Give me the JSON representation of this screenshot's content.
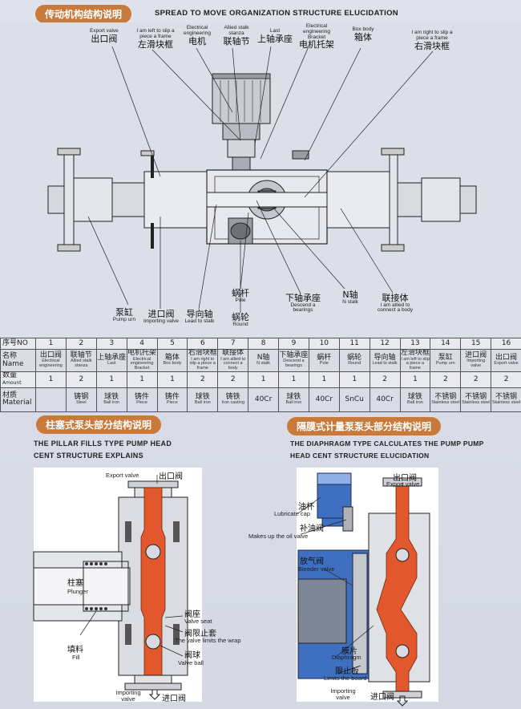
{
  "top": {
    "title_zh": "传动机构结构说明",
    "title_en": "SPREAD TO MOVE ORGANIZATION STRUCTURE ELUCIDATION",
    "labels": {
      "export_valve_en": "Export valve",
      "export_valve_zh": "出口阀",
      "left_slip_en": "I am left to slip a piece a frame",
      "left_slip_zh": "左滑块框",
      "motor_en": "Electrical engineering",
      "motor_zh": "电机",
      "allied_en": "Allied stalk stanza",
      "allied_zh": "联轴节",
      "last_en": "Last",
      "last_zh": "上轴承座",
      "motor_bracket_en": "Electrical engineering Bracket",
      "motor_bracket_zh": "电机托架",
      "box_en": "Box body",
      "box_zh": "箱体",
      "right_slip_en": "I am right to slip a piece a frame",
      "right_slip_zh": "右滑块框",
      "pump_zh": "泵缸",
      "pump_en": "Pump urn",
      "import_zh": "进口阀",
      "import_en": "Importing valve",
      "lead_zh": "导向轴",
      "lead_en": "Lead to stalk",
      "pole_zh": "蜗杆",
      "pole_en": "Pole",
      "round_zh": "蜗轮",
      "round_en": "Round",
      "descend_zh": "下轴承座",
      "descend_en": "Descend a bearings",
      "nstalk_zh": "N轴",
      "nstalk_en": "N stalk",
      "connect_zh": "联接体",
      "connect_en": "I am allied to connect a body"
    }
  },
  "table": {
    "row_no": {
      "zh": "序号",
      "en": "NO",
      "cells": [
        "1",
        "2",
        "3",
        "4",
        "5",
        "6",
        "7",
        "8",
        "9",
        "10",
        "11",
        "12",
        "13",
        "14",
        "15",
        "16"
      ]
    },
    "row_name": {
      "zh": "名称",
      "en": "Name",
      "cells": [
        {
          "zh": "出口阀",
          "en": "Electrical engineering"
        },
        {
          "zh": "联轴节",
          "en": "Allied stalk stanza"
        },
        {
          "zh": "上轴承座",
          "en": "Last"
        },
        {
          "zh": "电机托架",
          "en": "Electrical engineering Bracket"
        },
        {
          "zh": "箱体",
          "en": "Box body"
        },
        {
          "zh": "右滑块框",
          "en": "I am right to slip a piece a frame"
        },
        {
          "zh": "联接体",
          "en": "I am allied to connect a body"
        },
        {
          "zh": "N轴",
          "en": "N stalk"
        },
        {
          "zh": "下轴承座",
          "en": "Descend a bearings"
        },
        {
          "zh": "蜗杆",
          "en": "Pole"
        },
        {
          "zh": "蜗轮",
          "en": "Round"
        },
        {
          "zh": "导向轴",
          "en": "Lead to stalk"
        },
        {
          "zh": "左滑块框",
          "en": "I am left to slip a piece a frame"
        },
        {
          "zh": "泵缸",
          "en": "Pump urn"
        },
        {
          "zh": "进口阀",
          "en": "Importing valve"
        },
        {
          "zh": "出口阀",
          "en": "Export valve"
        }
      ]
    },
    "row_amount": {
      "zh": "数量",
      "en": "Amount",
      "cells": [
        "1",
        "2",
        "1",
        "1",
        "1",
        "2",
        "2",
        "1",
        "1",
        "1",
        "1",
        "2",
        "1",
        "2",
        "2",
        "2"
      ]
    },
    "row_material": {
      "zh": "材质",
      "en": "Material",
      "cells": [
        {
          "zh": "",
          "en": ""
        },
        {
          "zh": "铸钢",
          "en": "Steel"
        },
        {
          "zh": "球铁",
          "en": "Ball iron"
        },
        {
          "zh": "铸件",
          "en": "Piece"
        },
        {
          "zh": "铸件",
          "en": "Piece"
        },
        {
          "zh": "球铁",
          "en": "Ball iron"
        },
        {
          "zh": "铸铁",
          "en": "Iron casting"
        },
        {
          "zh": "40Cr",
          "en": ""
        },
        {
          "zh": "球铁",
          "en": "Ball iron"
        },
        {
          "zh": "40Cr",
          "en": ""
        },
        {
          "zh": "SnCu",
          "en": ""
        },
        {
          "zh": "40Cr",
          "en": ""
        },
        {
          "zh": "球铁",
          "en": "Ball iron"
        },
        {
          "zh": "不锈钢",
          "en": "Stainless steel"
        },
        {
          "zh": "不锈钢",
          "en": "Stainless steel"
        },
        {
          "zh": "不锈钢",
          "en": "Stainless steel"
        }
      ]
    }
  },
  "left_section": {
    "title_zh": "柱塞式泵头部分结构说明",
    "title_en_1": "THE PILLAR FILLS TYPE PUMP HEAD",
    "title_en_2": "CENT STRUCTURE EXPLAINS",
    "labels": {
      "export_en": "Export valve",
      "export_zh": "出口阀",
      "plunger_zh": "柱塞",
      "plunger_en": "Plunger",
      "seat_zh": "阀座",
      "seat_en": "Valve seat",
      "wrap_zh": "阀限止套",
      "wrap_en": "The valve limits the wrap",
      "fill_zh": "填料",
      "fill_en": "Fill",
      "ball_zh": "阀球",
      "ball_en": "Valve ball",
      "import_en": "Importing valve",
      "import_zh": "进口阀"
    }
  },
  "right_section": {
    "title_zh": "隔膜式计量泵泵头部分结构说明",
    "title_en_1": "THE DIAPHRAGM TYPE CALCULATES THE PUMP PUMP",
    "title_en_2": "HEAD CENT STRUCTURE ELUCIDATION",
    "labels": {
      "export_zh": "出口阀",
      "export_en": "Export valve",
      "oilcup_zh": "油杯",
      "oilcup_en": "Lubricate cap",
      "oilvalve_zh": "补油阀",
      "oilvalve_en": "Makes up the oil valve",
      "bleeder_zh": "放气阀",
      "bleeder_en": "Bleeder valve",
      "diaphragm_zh": "膜片",
      "diaphragm_en": "Diaphragm",
      "board_zh": "限止板",
      "board_en": "Limits the board",
      "import_en": "Importing valve",
      "import_zh": "进口阀"
    }
  },
  "colors": {
    "accent": "#c97a3a",
    "fluid": "#e2582c",
    "oil": "#3e6fc0"
  }
}
